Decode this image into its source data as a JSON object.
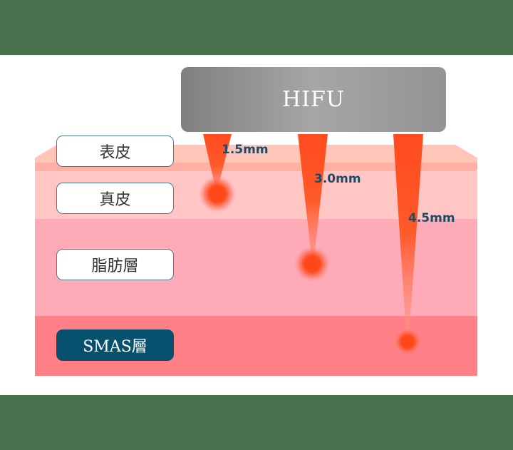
{
  "device": {
    "label": "HIFU"
  },
  "layers": [
    {
      "label": "表皮",
      "color": "#fec5b8"
    },
    {
      "label": "真皮",
      "color": "#ffc6c4"
    },
    {
      "label": "脂肪層",
      "color": "#ffaab7"
    },
    {
      "label": "SMAS層",
      "color": "#ff8086"
    }
  ],
  "beams": [
    {
      "depth_label": "1.5mm",
      "target_layer": "真皮"
    },
    {
      "depth_label": "3.0mm",
      "target_layer": "脂肪層"
    },
    {
      "depth_label": "4.5mm",
      "target_layer": "SMAS層"
    }
  ],
  "colors": {
    "band": "#48714d",
    "beam": "#ff4b1f",
    "label_border": "#4f7b93",
    "label_dark_bg": "#07506e",
    "depth_text": "#1e4a66"
  }
}
